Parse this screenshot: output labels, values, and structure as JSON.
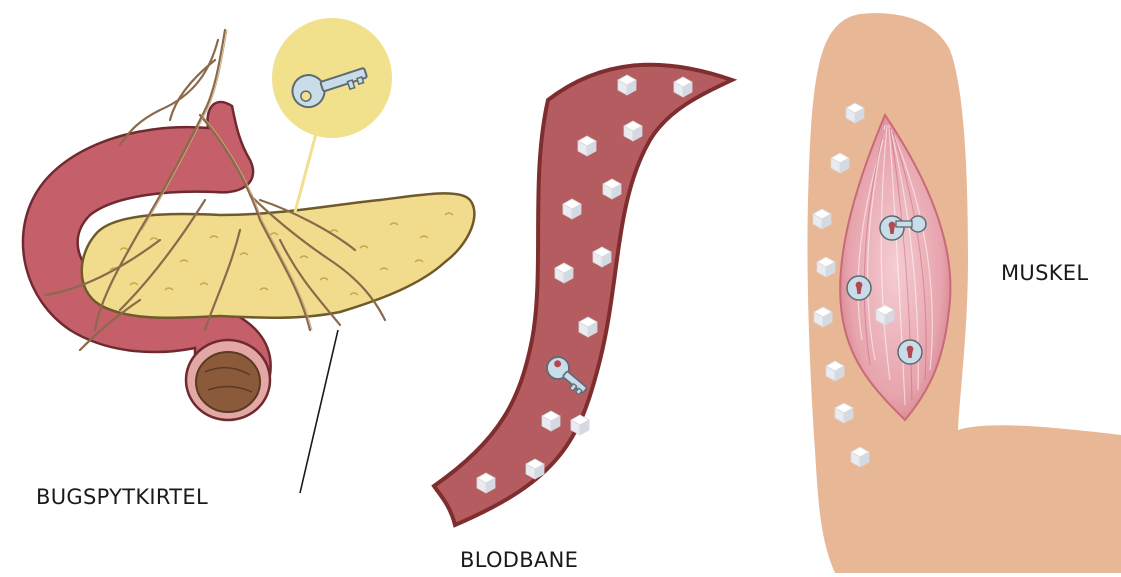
{
  "labels": {
    "pancreas": "BUGSPYTKIRTEL",
    "bloodstream": "BLODBANE",
    "muscle": "MUSKEL"
  },
  "icons": {
    "key": "key-icon",
    "lock": "keyhole-lock-icon",
    "sugar": "sugar-cube-icon"
  },
  "colors": {
    "duodenum": "#c5606a",
    "pancreas": "#f0dc8c",
    "vessels": "#8a6a4a",
    "blood_vessel": "#b45c5f",
    "blood_vessel_border": "#7e2e2e",
    "arm": "#e8b896",
    "muscle": "#e7a4ad",
    "key_callout": "#f1e08c",
    "key": "#c9dde8"
  }
}
